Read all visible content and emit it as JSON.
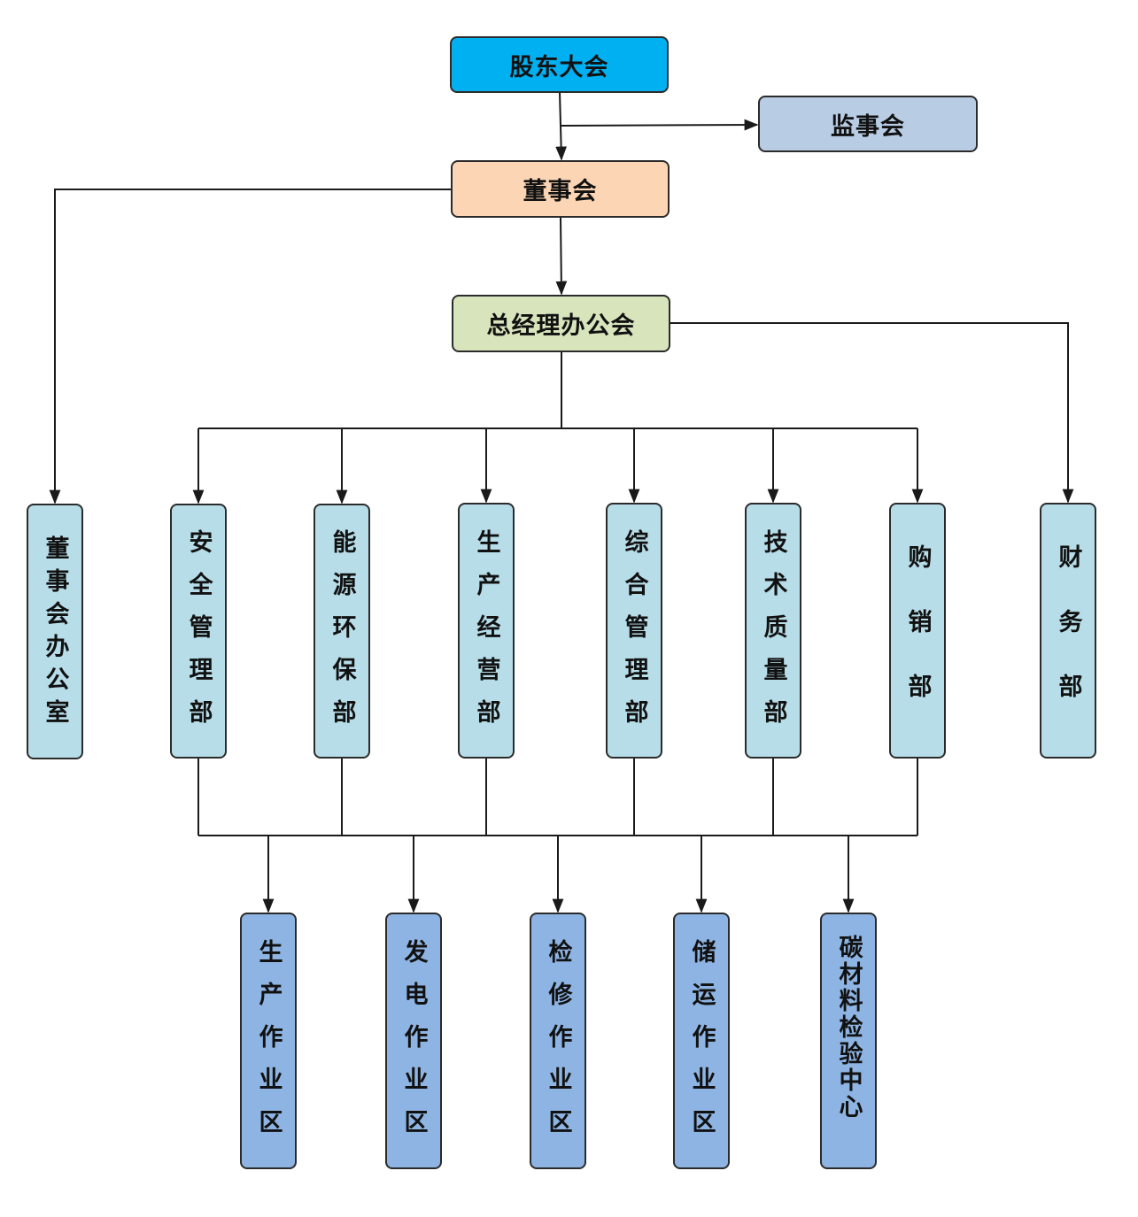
{
  "colors": {
    "top": "#00b0f0",
    "supervisory": "#b8cce4",
    "board": "#fcd5b4",
    "gm": "#d7e4bc",
    "department": "#b7dde8",
    "operation": "#8eb4e3",
    "line": "#1a1a1a"
  },
  "top": {
    "shareholders": "股东大会",
    "supervisory": "监事会",
    "board": "董事会",
    "gm_office": "总经理办公会"
  },
  "departments": [
    {
      "id": "board-office",
      "label": "董事会办公室"
    },
    {
      "id": "safety",
      "label": "安全管理部"
    },
    {
      "id": "energy-env",
      "label": "能源环保部"
    },
    {
      "id": "production-ops",
      "label": "生产经营部"
    },
    {
      "id": "general-admin",
      "label": "综合管理部"
    },
    {
      "id": "tech-quality",
      "label": "技术质量部"
    },
    {
      "id": "purchasing",
      "label": "购销部"
    },
    {
      "id": "finance",
      "label": "财务部"
    }
  ],
  "operations": [
    {
      "id": "production-zone",
      "label": "生产作业区"
    },
    {
      "id": "power-zone",
      "label": "发电作业区"
    },
    {
      "id": "maintenance-zone",
      "label": "检修作业区"
    },
    {
      "id": "storage-zone",
      "label": "储运作业区"
    },
    {
      "id": "carbon-test-center",
      "label": "碳材料检验中心"
    }
  ]
}
